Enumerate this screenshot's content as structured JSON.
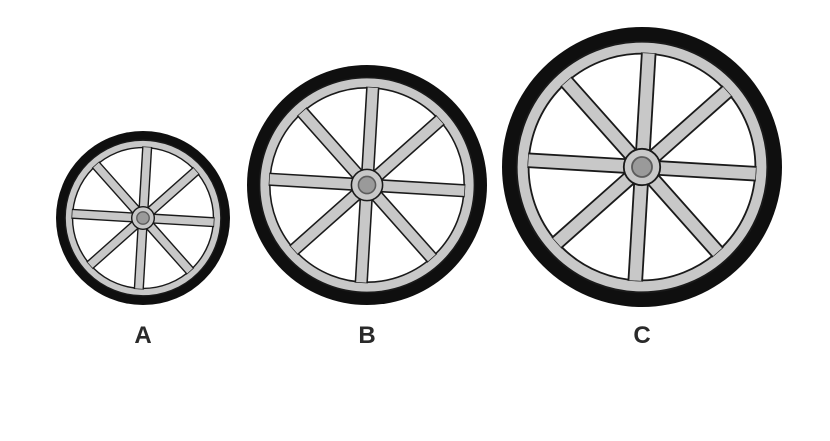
{
  "wheels": [
    {
      "id": "A",
      "label": "A",
      "spoke_count": 8
    },
    {
      "id": "B",
      "label": "B",
      "spoke_count": 8
    },
    {
      "id": "C",
      "label": "C",
      "spoke_count": 8
    }
  ],
  "colors": {
    "tire": "#0f0f0f",
    "rim": "#c8c8c8",
    "rim_inner_edge": "#1a1a1a",
    "background": "#ffffff",
    "hub": "#9a9a9a",
    "hub_ring": "#5c5c5c",
    "label": "#2a2a2a"
  }
}
